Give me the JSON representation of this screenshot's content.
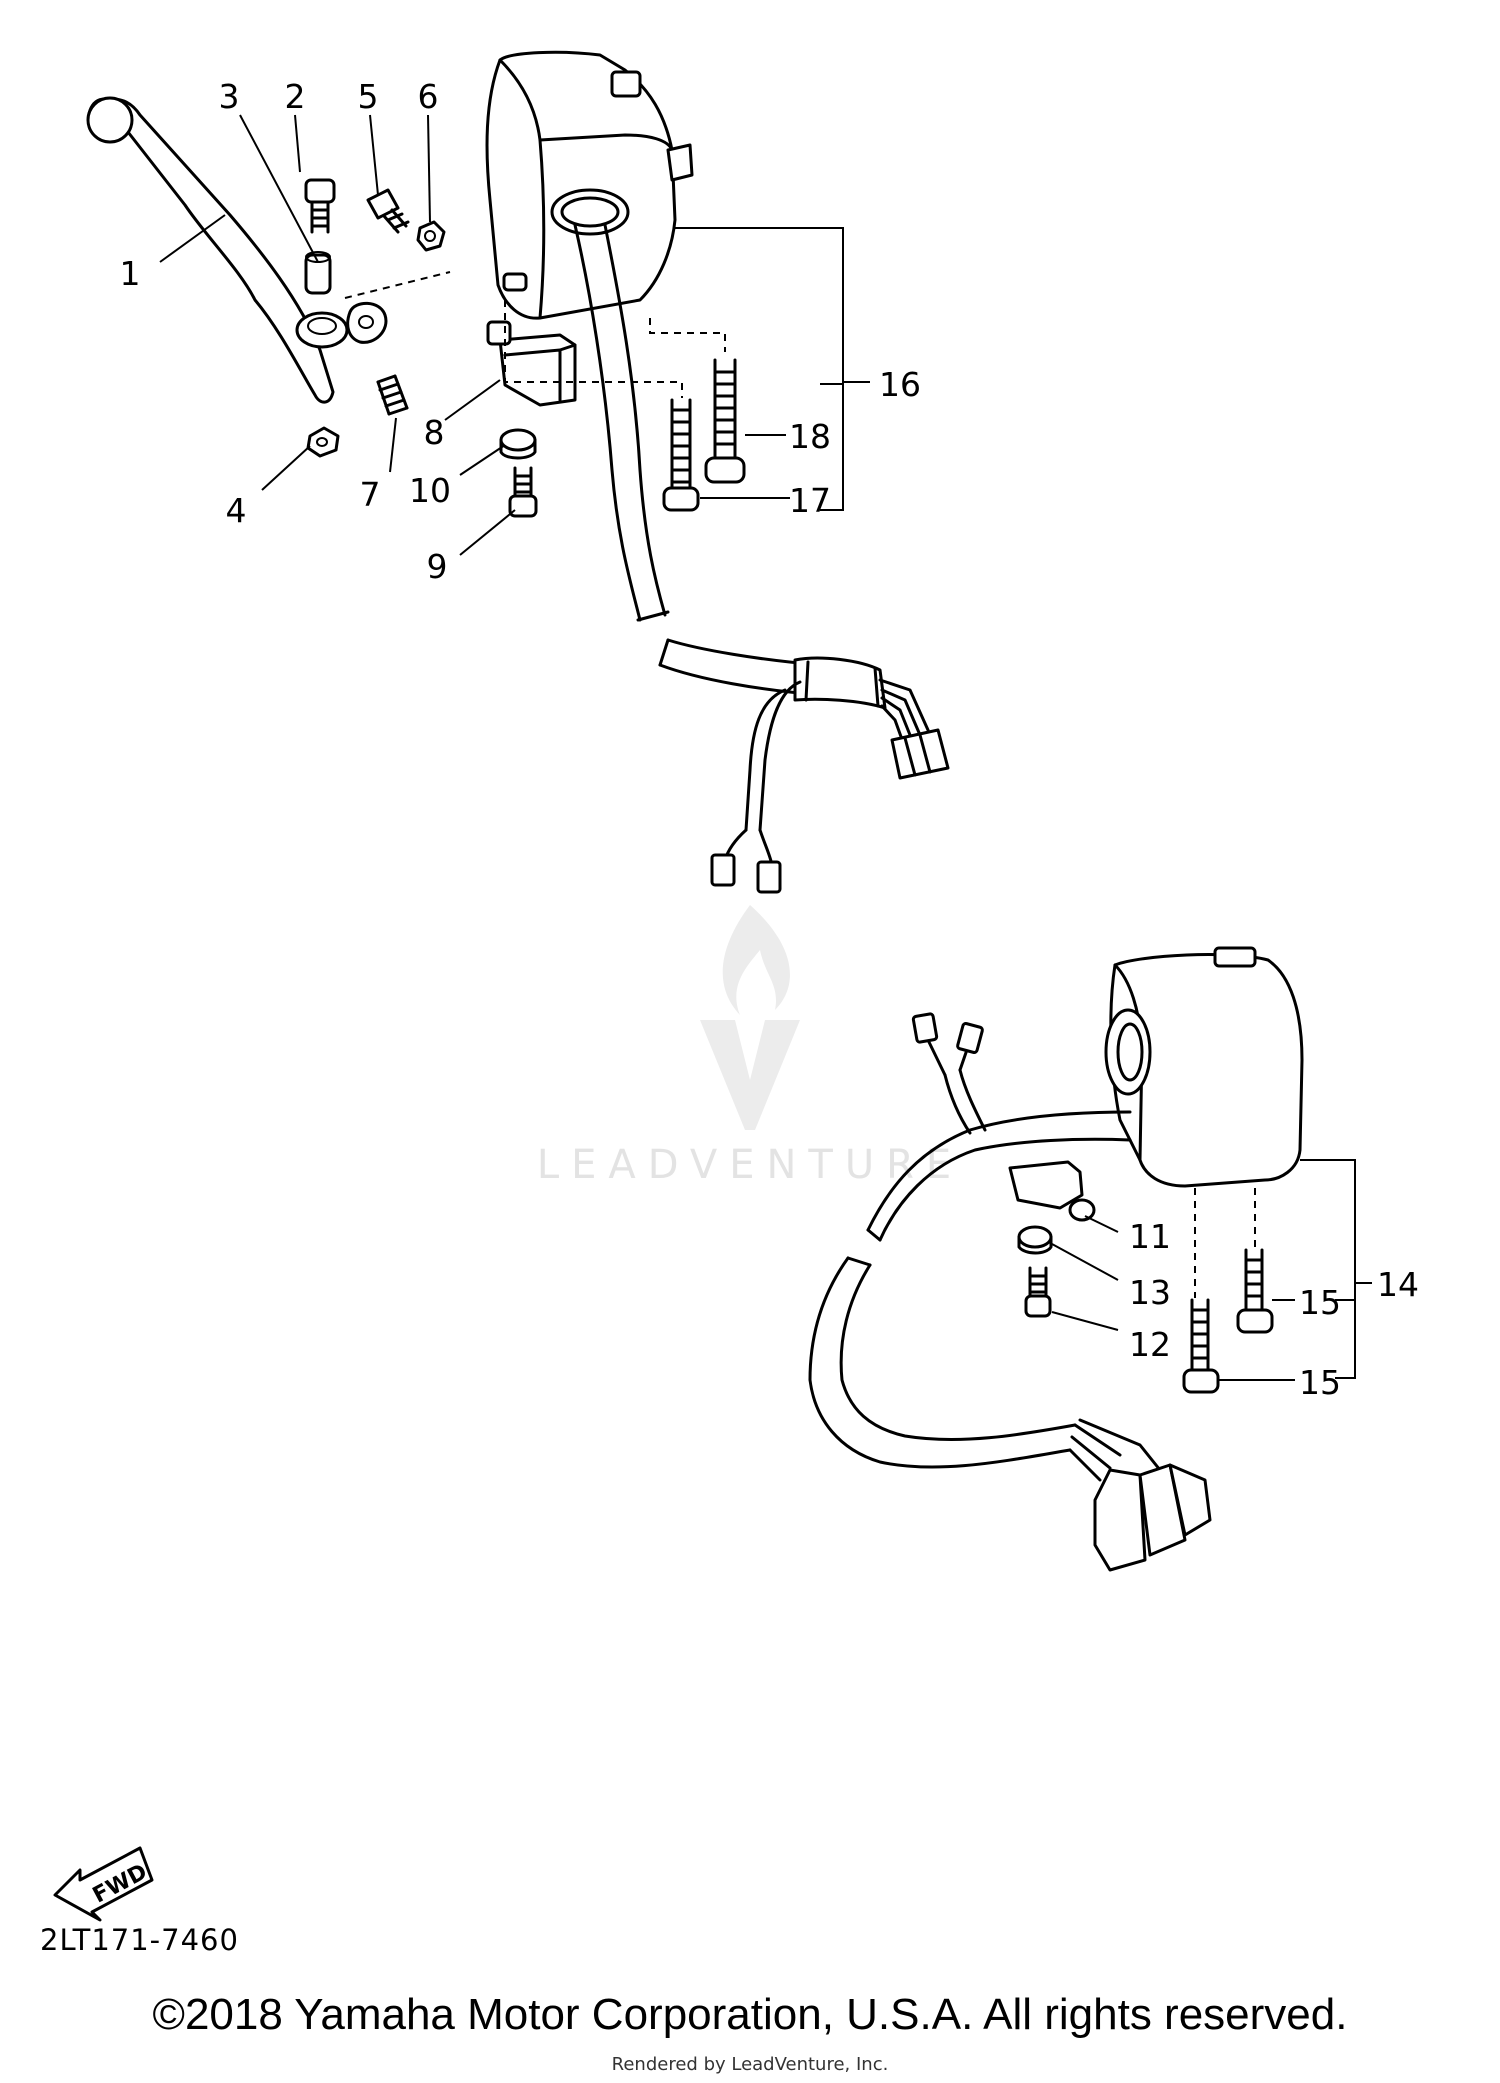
{
  "diagram": {
    "callouts": {
      "c1": "1",
      "c2": "2",
      "c3": "3",
      "c4": "4",
      "c5": "5",
      "c6": "6",
      "c7": "7",
      "c8": "8",
      "c9": "9",
      "c10": "10",
      "c11": "11",
      "c12": "12",
      "c13": "13",
      "c14": "14",
      "c15a": "15",
      "c15b": "15",
      "c16": "16",
      "c17": "17",
      "c18": "18"
    },
    "fwd_label": "FWD",
    "drawing_code": "2LT171-7460"
  },
  "watermark": {
    "text": "LEADVENTURE"
  },
  "footer": {
    "copyright": "©2018 Yamaha Motor Corporation, U.S.A. All rights reserved.",
    "rendered_by": "Rendered by LeadVenture, Inc."
  }
}
